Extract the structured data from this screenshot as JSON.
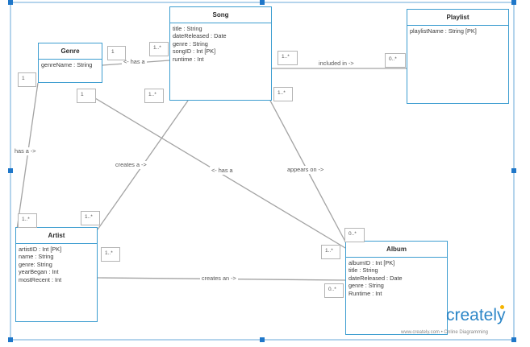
{
  "classes": {
    "song": {
      "name": "Song",
      "attributes": [
        "title : String",
        "dateReleased : Date",
        "genre : String",
        "songID : Int [PK]",
        "runtime : Int"
      ]
    },
    "genre": {
      "name": "Genre",
      "attributes": [
        "genreName : String"
      ]
    },
    "playlist": {
      "name": "Playlist",
      "attributes": [
        "playlistName : String [PK]"
      ]
    },
    "artist": {
      "name": "Artist",
      "attributes": [
        "artistID : Int [PK]",
        "name : String",
        "genre: String",
        "yearBegan  : Int",
        "mostRecent : Int"
      ]
    },
    "album": {
      "name": "Album",
      "attributes": [
        "albumID : Int [PK]",
        "title : String",
        "dateReleased : Date",
        "genre : String",
        "Runtime : Int"
      ]
    }
  },
  "relations": {
    "genre_song": "<- has a",
    "song_playlist": "included in ->",
    "genre_artist": "has a ->",
    "artist_song": "creates a ->",
    "genre_album": "<- has a",
    "song_album": "appears on ->",
    "artist_album": "creates an ->"
  },
  "multiplicities": {
    "genre_to_song": "1",
    "song_from_genre": "1..*",
    "genre_to_artist": "1",
    "genre_to_album": "1",
    "song_to_artist": "1..*",
    "song_to_playlist": "1..*",
    "playlist_from_song": "0..*",
    "song_to_album": "1..*",
    "artist_from_genre": "1..*",
    "artist_from_song": "1..*",
    "artist_to_album": "1..*",
    "album_from_song": "0..*",
    "album_from_genre": "1..*",
    "album_from_artist": "0..*"
  },
  "branding": {
    "logo_text": "creately",
    "caption": "www.creately.com • Online Diagramming"
  },
  "colors": {
    "class_border": "#3d9dd0",
    "selection_handle": "#1f77c9",
    "logo": "#2c86c7",
    "connector": "#a3a3a3"
  }
}
